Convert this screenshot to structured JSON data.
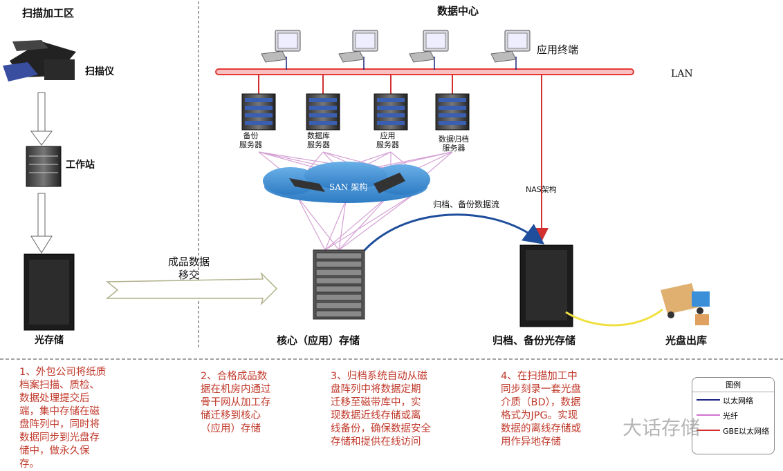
{
  "sections": {
    "scan_area": "扫描加工区",
    "data_center": "数据中心"
  },
  "devices": {
    "scanner": "扫描仪",
    "workstation": "工作站",
    "optical_storage": "光存储",
    "app_terminal": "应用终端",
    "lan": "LAN",
    "backup_server": [
      "备份",
      "服务器"
    ],
    "db_server": [
      "数据库",
      "服务器"
    ],
    "app_server": [
      "应用",
      "服务器"
    ],
    "archive_server": [
      "数据归档",
      "服务器"
    ],
    "san": "SAN 架构",
    "nas": "NAS架构",
    "archive_flow": "归档、备份数据流",
    "core_storage": "核心（应用）存储",
    "archive_optical": "归档、备份光存储",
    "disc_out": "光盘出库",
    "handover": [
      "成品数据",
      "移交"
    ]
  },
  "notes": [
    [
      "1、外包公司将纸质",
      "档案扫描、质检、",
      "数据处理提交后",
      "端，集中存储在磁",
      "盘阵列中，同时将",
      "数据同步到光盘存",
      "储中，做永久保",
      "存。"
    ],
    [
      "2、合格成品数",
      "据在机房内通过",
      "骨干网从加工存",
      "储迁移到核心",
      "（应用）存储"
    ],
    [
      "3、归档系统自动从磁",
      "盘阵列中将数据定期",
      "迁移至磁带库中，实",
      "现数据近线存储或离",
      "线备份，确保数据安全",
      "存储和提供在线访问"
    ],
    [
      "4、在扫描加工中",
      "同步刻录一套光盘",
      "介质（BD），数据",
      "格式为JPG。实现",
      "数据的离线存储或",
      "用作异地存储"
    ]
  ],
  "legend": {
    "title": "图例",
    "items": [
      {
        "label": "以太网络",
        "color": "#1a237e"
      },
      {
        "label": "光纤",
        "color": "#d070d0"
      },
      {
        "label": "GBE以太网络",
        "color": "#d32f2f"
      }
    ]
  },
  "watermark": "大话存储",
  "colors": {
    "lan": "#e53935",
    "fiber": "#d4a0d4",
    "note": "#c0392b",
    "arrow": "#1f4e9c"
  }
}
